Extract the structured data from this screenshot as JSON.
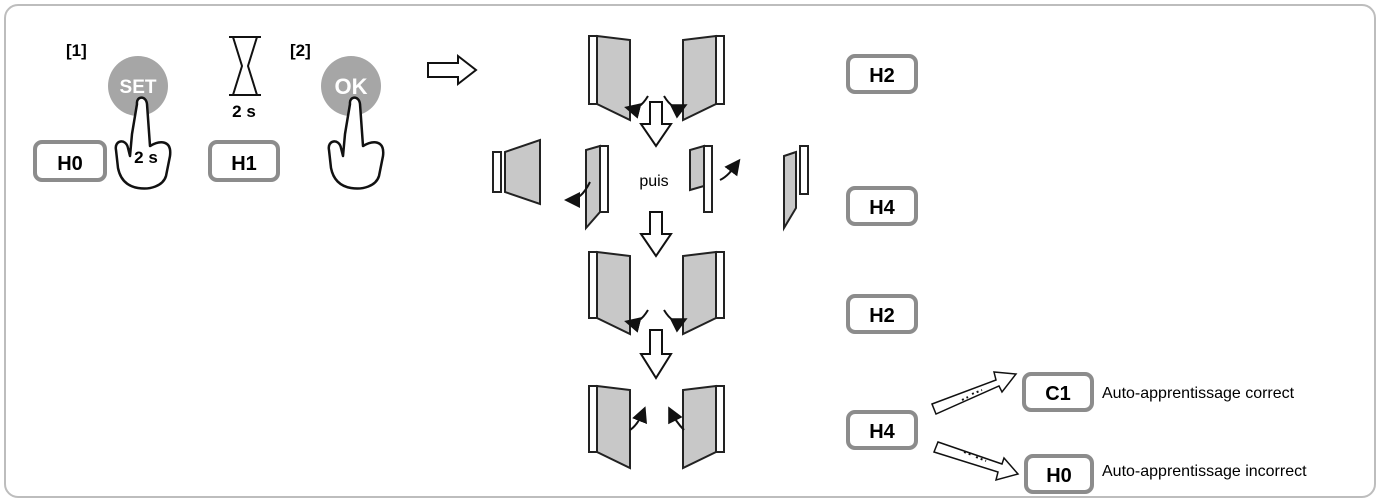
{
  "steps": {
    "step1": "[1]",
    "step2": "[2]"
  },
  "buttons": {
    "set": "SET",
    "ok": "OK"
  },
  "timing": {
    "hold": "2 s",
    "wait": "2 s"
  },
  "codes": {
    "start": "H0",
    "after_set": "H1",
    "close": "H2",
    "open_sequence": "H4",
    "close_again": "H2",
    "final": "H4",
    "success": "C1",
    "failure": "H0"
  },
  "labels": {
    "then": "puis",
    "correct": "Auto-apprentissage correct",
    "incorrect": "Auto-apprentissage incorrect"
  },
  "colors": {
    "frame": "#bdbdbd",
    "button": "#a6a6a6",
    "display_border": "#8c8c8c",
    "panel": "#c8c8c8"
  }
}
